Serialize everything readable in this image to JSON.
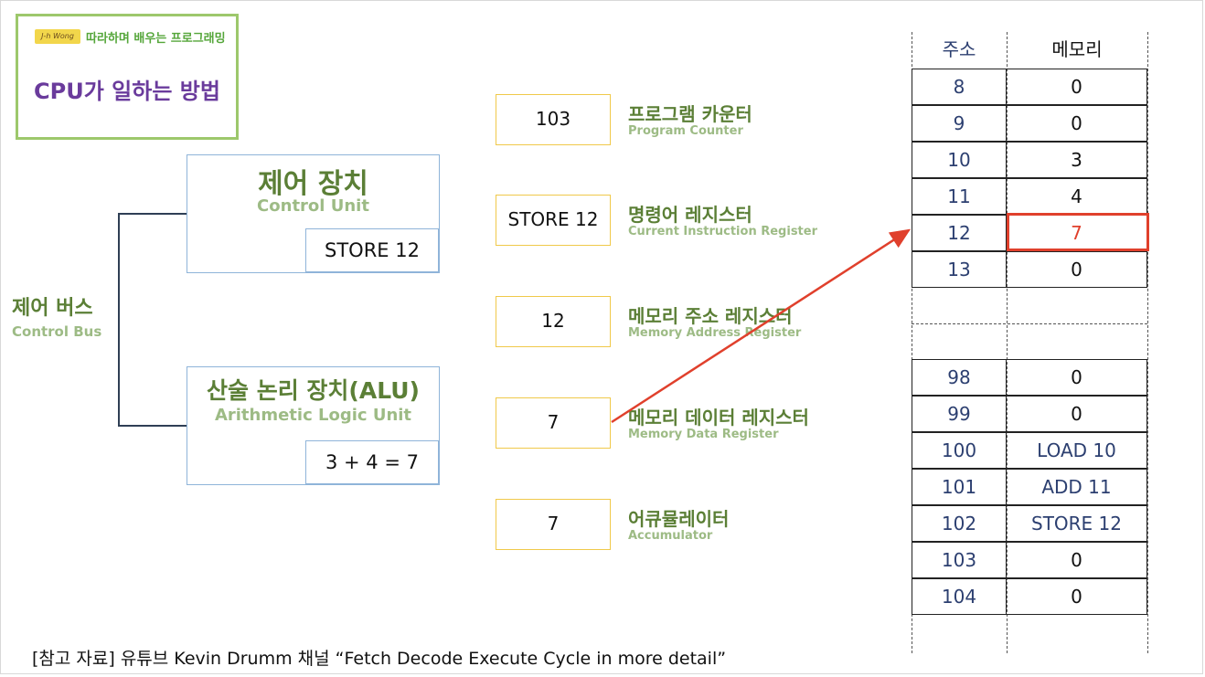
{
  "header": {
    "logo_text": "J-h Wong",
    "channel": "따라하며 배우는 프로그래밍",
    "title": "CPU가 일하는 방법"
  },
  "control_unit": {
    "title": "제어 장치",
    "subtitle": "Control Unit",
    "value": "STORE 12"
  },
  "alu": {
    "title": "산술 논리 장치(ALU)",
    "subtitle": "Arithmetic Logic Unit",
    "value": "3 + 4 = 7"
  },
  "control_bus": {
    "label": "제어 버스",
    "sublabel": "Control Bus"
  },
  "registers": [
    {
      "value": "103",
      "name": "프로그램 카운터",
      "sub": "Program Counter"
    },
    {
      "value": "STORE 12",
      "name": "명령어 레지스터",
      "sub": "Current Instruction Register"
    },
    {
      "value": "12",
      "name": "메모리 주소 레지스터",
      "sub": "Memory Address Register"
    },
    {
      "value": "7",
      "name": "메모리 데이터 레지스터",
      "sub": "Memory Data Register"
    },
    {
      "value": "7",
      "name": "어큐뮬레이터",
      "sub": "Accumulator"
    }
  ],
  "memory": {
    "headers": [
      "주소",
      "메모리"
    ],
    "rows_top": [
      {
        "addr": "8",
        "val": "0"
      },
      {
        "addr": "9",
        "val": "0"
      },
      {
        "addr": "10",
        "val": "3"
      },
      {
        "addr": "11",
        "val": "4"
      },
      {
        "addr": "12",
        "val": "7"
      },
      {
        "addr": "13",
        "val": "0"
      }
    ],
    "rows_bottom": [
      {
        "addr": "98",
        "val": "0"
      },
      {
        "addr": "99",
        "val": "0"
      },
      {
        "addr": "100",
        "val": "LOAD 10"
      },
      {
        "addr": "101",
        "val": "ADD 11"
      },
      {
        "addr": "102",
        "val": "STORE 12"
      },
      {
        "addr": "103",
        "val": "0"
      },
      {
        "addr": "104",
        "val": "0"
      }
    ]
  },
  "colors": {
    "highlight": "#e0402c",
    "arrow": "#e0402c",
    "accent_green": "#5b7f36",
    "accent_purple": "#6a3b9c"
  },
  "footer": "[참고 자료] 유튜브 Kevin Drumm 채널 “Fetch Decode Execute Cycle in more detail”"
}
